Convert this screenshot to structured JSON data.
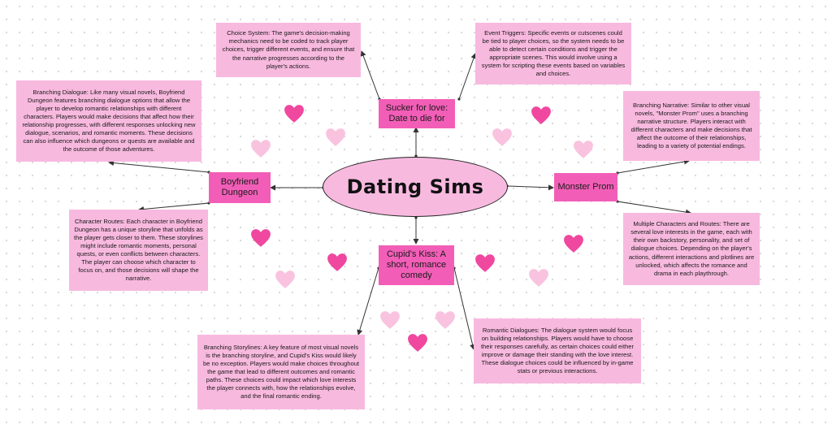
{
  "center": {
    "title": "Dating Sims"
  },
  "topics": {
    "sucker": "Sucker for love: Date to die for",
    "boyfriend": "Boyfriend Dungeon",
    "monster": "Monster Prom",
    "cupid": "Cupid's Kiss: A short, romance comedy"
  },
  "notes": {
    "choice_system": "Choice System: The game's decision-making mechanics need to be coded to track player choices, trigger different events, and ensure that the narrative progresses according to the player's actions.",
    "event_triggers": "Event Triggers: Specific events or cutscenes could be tied to player choices, so the system needs to be able to detect certain conditions and trigger the appropriate scenes. This would involve using a system for scripting these events based on variables and choices.",
    "branching_dialogue": "Branching Dialogue: Like many visual novels, Boyfriend Dungeon features branching dialogue options that allow the player to develop romantic relationships with different characters. Players would make decisions that affect how their relationship progresses, with different responses unlocking new dialogue, scenarios, and romantic moments. These decisions can also influence which dungeons or quests are available and the outcome of those adventures.",
    "character_routes": "Character Routes: Each character in Boyfriend Dungeon has a unique storyline that unfolds as the player gets closer to them. These storylines might include romantic moments, personal quests, or even conflicts between characters. The player can choose which character to focus on, and those decisions will shape the narrative.",
    "branching_narrative": "Branching Narrative: Similar to other visual novels, \"Monster Prom\" uses a branching narrative structure. Players interact with different characters and make decisions that affect the outcome of their relationships, leading to a variety of potential endings.",
    "multiple_characters": "Multiple Characters and Routes: There are several love interests in the game, each with their own backstory, personality, and set of dialogue choices. Depending on the player's actions, different interactions and plotlines are unlocked, which affects the romance and drama in each playthrough.",
    "branching_storylines": "Branching Storylines: A key feature of most visual novels is the branching storyline, and Cupid's Kiss would likely be no exception. Players would make choices throughout the game that lead to different outcomes and romantic paths. These choices could impact which love interests the player connects with, how the relationships evolve, and the final romantic ending.",
    "romantic_dialogues": "Romantic Dialogues: The dialogue system would focus on building relationships. Players would have to choose their responses carefully, as certain choices could either improve or damage their standing with the love interest. These dialogue choices could be influenced by in-game stats or previous interactions."
  },
  "colors": {
    "note_fill": "#f8b9df",
    "topic_fill": "#f25eb7",
    "heart_strong": "#f0479f",
    "heart_light": "#f9c3df",
    "connector": "#333333"
  },
  "icons": {
    "heart": "heart-icon",
    "arrow": "arrowhead"
  }
}
